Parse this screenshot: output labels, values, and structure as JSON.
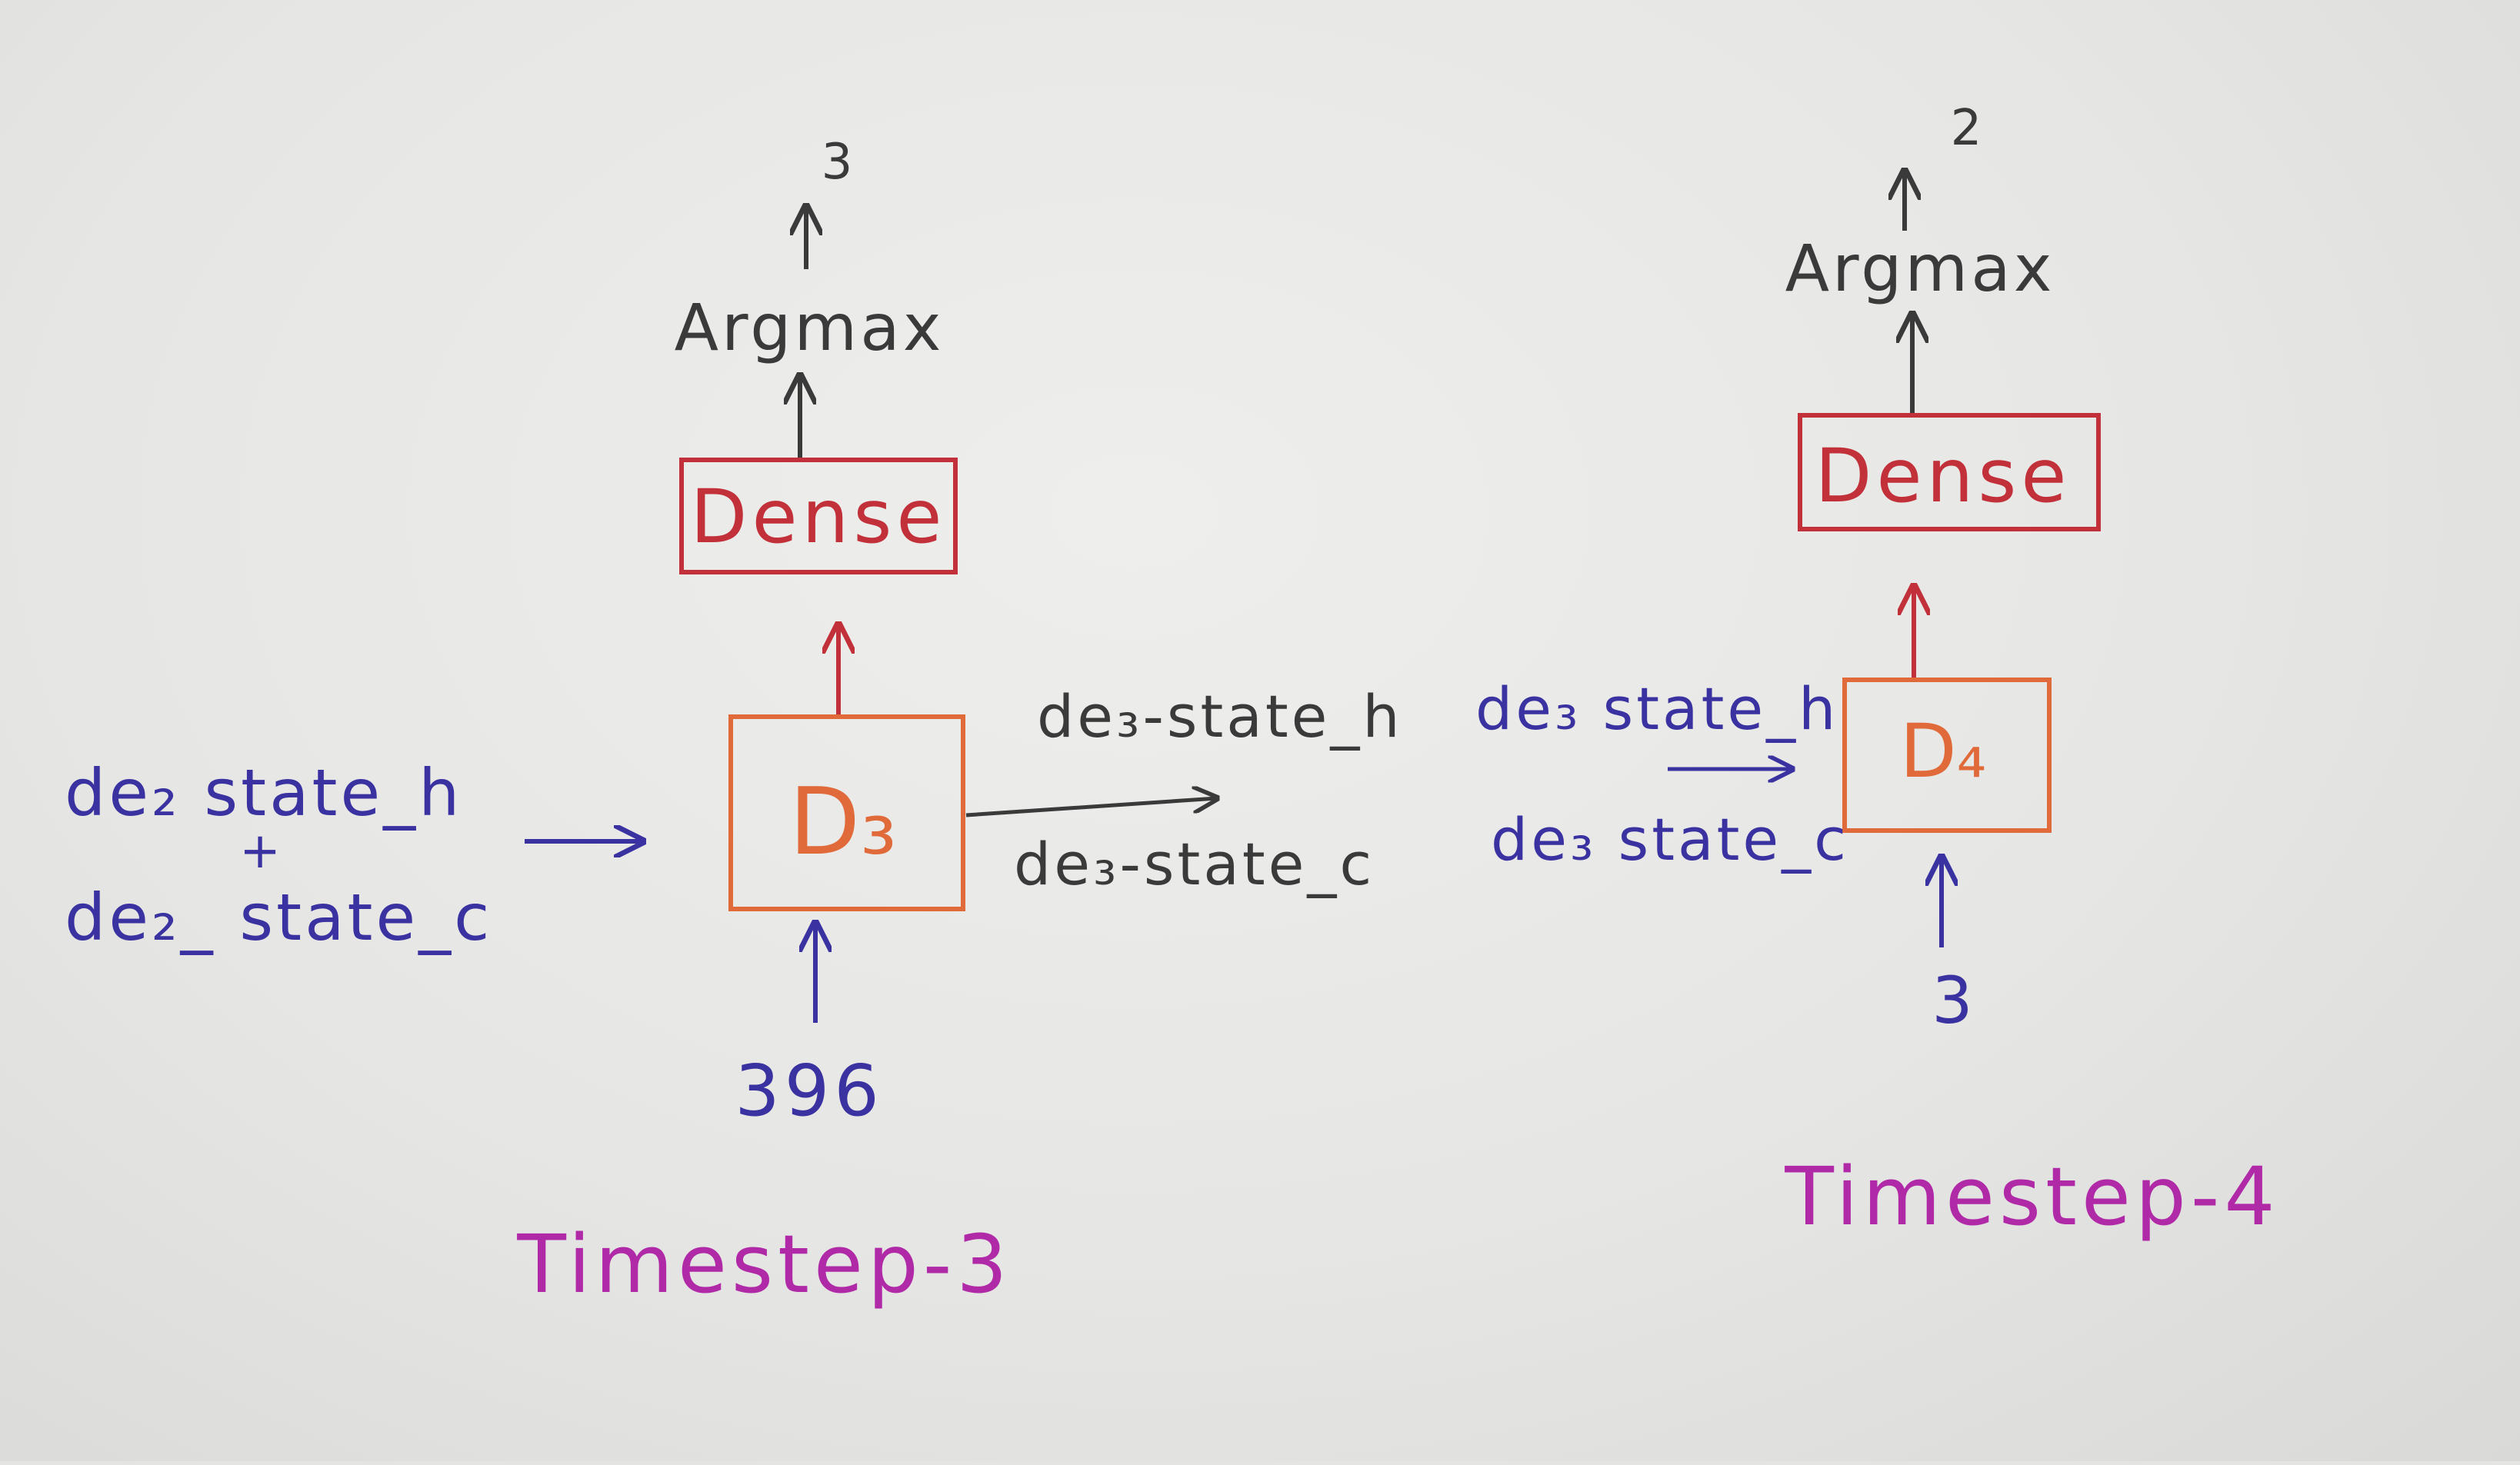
{
  "colors": {
    "ink_black": "#3a3a3a",
    "ink_blue": "#3a32a0",
    "ink_red": "#c2303a",
    "ink_orange": "#e06a3a",
    "ink_magenta": "#b02aa8"
  },
  "timestep3": {
    "output_value": "3",
    "argmax_label": "Argmax",
    "dense_label": "Dense",
    "decoder_label": "D₃",
    "input_value": "396",
    "incoming_state_h": "de₂ state_h",
    "plus": "+",
    "incoming_state_c": "de₂_ state_c",
    "outgoing_state_h": "de₃-state_h",
    "outgoing_state_c": "de₃-state_c",
    "caption": "Timestep-3"
  },
  "timestep4": {
    "output_value": "2",
    "argmax_label": "Argmax",
    "dense_label": "Dense",
    "decoder_label": "D₄",
    "input_value": "3",
    "incoming_state_h": "de₃ state_h",
    "incoming_state_c": "de₃ state_c",
    "caption": "Timestep-4"
  }
}
